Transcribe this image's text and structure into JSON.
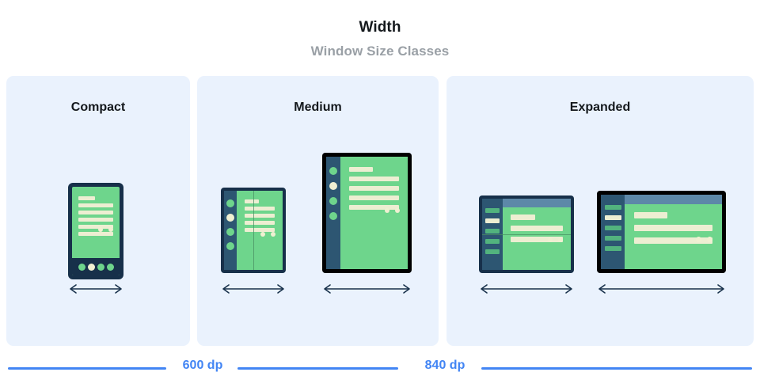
{
  "header": {
    "title": "Width",
    "subtitle": "Window Size Classes"
  },
  "panels": [
    {
      "label": "Compact"
    },
    {
      "label": "Medium"
    },
    {
      "label": "Expanded"
    }
  ],
  "breakpoints": [
    {
      "label": "600 dp"
    },
    {
      "label": "840 dp"
    }
  ],
  "colors": {
    "panel_background": "#eaf2fd",
    "page_background": "#ffffff",
    "title_text": "#14181c",
    "subtitle_text": "#9aa0a6",
    "device_frame_navy": "#17304a",
    "device_frame_black": "#000000",
    "screen_green": "#6ed58c",
    "content_cream": "#edeed2",
    "rail_slate": "#2d5672",
    "top_strip_blue": "#5d88a8",
    "breakpoint_blue": "#4285f4",
    "arrow_navy": "#17304a"
  },
  "devices": {
    "phone": {
      "name": "phone",
      "nav_dots": 4,
      "active_nav_dot": 2
    },
    "foldable_portrait": {
      "name": "foldable-portrait",
      "rail_dots": 4,
      "active_rail_dot": 2
    },
    "tablet_portrait": {
      "name": "tablet-portrait",
      "rail_dots": 4,
      "active_rail_dot": 2
    },
    "foldable_landscape": {
      "name": "foldable-landscape",
      "rail_bars": 5,
      "active_rail_bar": 2
    },
    "tablet_landscape": {
      "name": "tablet-landscape",
      "rail_bars": 5,
      "active_rail_bar": 2
    }
  }
}
